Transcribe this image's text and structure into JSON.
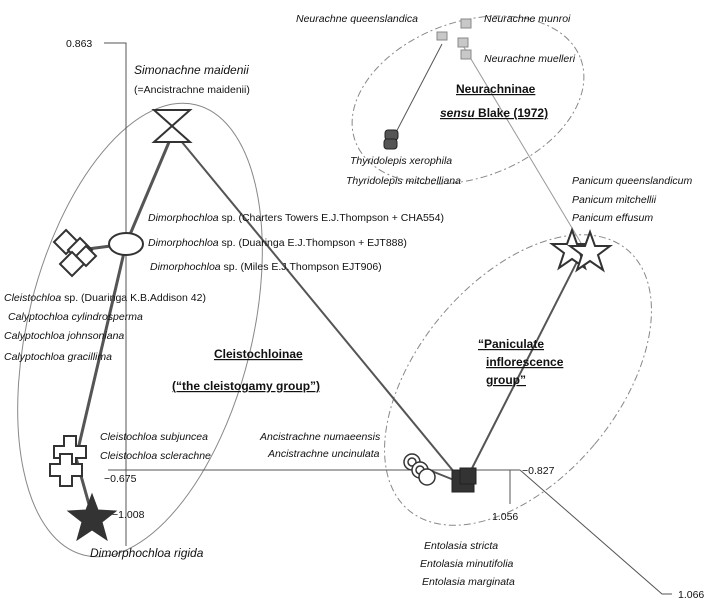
{
  "axis_values": {
    "top_left": "0.863",
    "bottom_left_a": "−0.675",
    "bottom_left_b": "−1.008",
    "right_a": "−0.827",
    "right_b": "1.056",
    "right_c": "1.066"
  },
  "groups": {
    "neurachninae_title": "Neurachninae",
    "neurachninae_sensu": "sensu",
    "neurachninae_blake": " Blake (1972)",
    "cleisto_title": "Cleistochloinae",
    "cleisto_sub": "(“the cleistogamy group”)",
    "panic_line1": "“Paniculate",
    "panic_line2": "inflorescence",
    "panic_line3": "group”"
  },
  "taxa": {
    "neurachne_queenslandica": "Neurachne queenslandica",
    "neurachne_munroi": "Neurachne munroi",
    "neurachne_muelleri": "Neurachne muelleri",
    "thyridolepis_xerophila": "Thyridolepis xerophila",
    "thyridolepis_mitchelliana": "Thyridolepis mitchelliana",
    "simonachne": "Simonachne maidenii",
    "ancistrachne_maidenii": "(=Ancistrachne maidenii)",
    "dimorph_1_genus": "Dimorphochloa",
    "dimorph_1_rest": " sp. (Charters Towers E.J.Thompson + CHA554)",
    "dimorph_2_genus": "Dimorphochloa",
    "dimorph_2_rest": " sp. (Duaringa E.J.Thompson + EJT888)",
    "dimorph_3_genus": "Dimorphochloa",
    "dimorph_3_rest": " sp. (Miles E.J.Thompson EJT906)",
    "cleisto_sp_genus": "Cleistochloa",
    "cleisto_sp_rest": " sp. (Duaringa K.B.Addison 42)",
    "calyptochloa_cylindrosperma": "Calyptochloa cylindrosperma",
    "calyptochloa_johnsoniana": "Calyptochloa johnsoniana",
    "calyptochloa_gracillima": "Calyptochloa gracillima",
    "cleistochloa_subjuncea": "Cleistochloa subjuncea",
    "cleistochloa_sclerachne": "Cleistochloa sclerachne",
    "dimorphochloa_rigida": "Dimorphochloa rigida",
    "panicum_queenslandicum": "Panicum queenslandicum",
    "panicum_mitchellii": "Panicum mitchellii",
    "panicum_effusum": "Panicum effusum",
    "ancistrachne_numaeensis": "Ancistrachne numaeensis",
    "ancistrachne_uncinulata": "Ancistrachne uncinulata",
    "entolasia_stricta": "Entolasia stricta",
    "entolasia_minutifolia": "Entolasia minutifolia",
    "entolasia_marginata": "Entolasia marginata"
  },
  "colors": {
    "line": "#555555",
    "dark_fill": "#333333",
    "light_fill": "#c8c8c8",
    "ellipse": "#888888"
  }
}
